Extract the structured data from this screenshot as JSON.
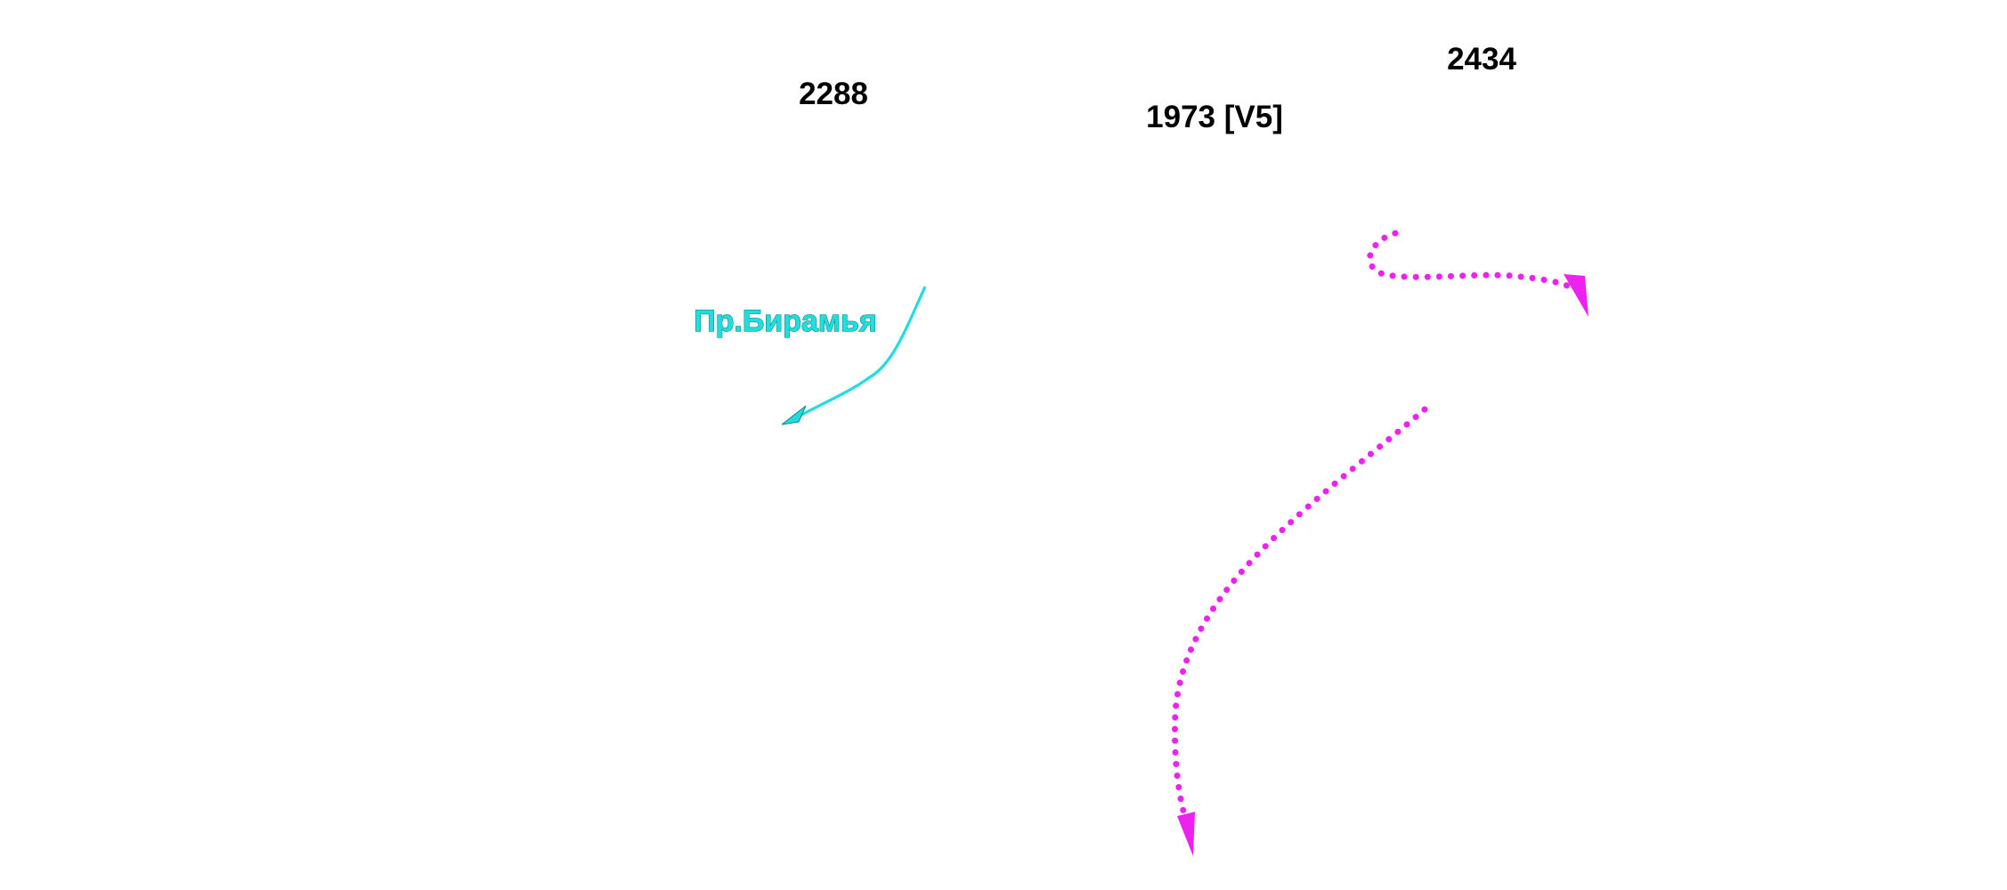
{
  "labels": {
    "peak_2288": "2288",
    "peak_1973": "1973 [V5]",
    "peak_2434": "2434",
    "river": "Пр.Бирамья"
  },
  "icons": {
    "river_flow": "curved-arrow",
    "route": "dotted-arrow"
  },
  "colors": {
    "background": "#ffffff",
    "height_text": "#000000",
    "river": "#22dddd",
    "river_outline": "#118888",
    "route": "#ee22ee"
  }
}
